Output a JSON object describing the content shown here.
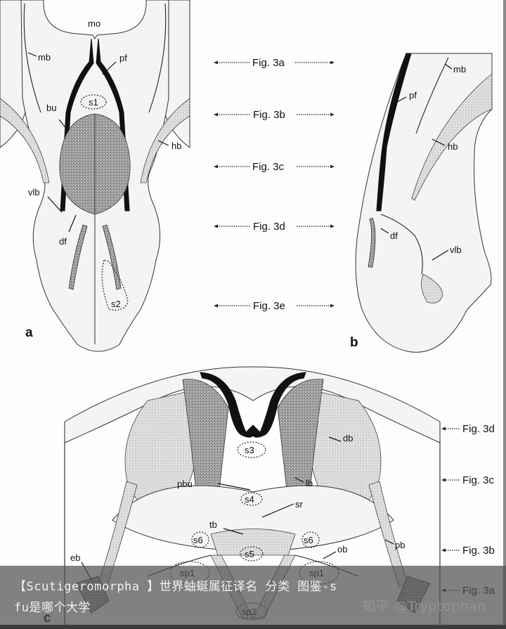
{
  "figure": {
    "panels": [
      {
        "id": "a",
        "letter": "a",
        "labels": [
          "mo",
          "mb",
          "pf",
          "s1",
          "bu",
          "hb",
          "vlb",
          "df",
          "s2"
        ]
      },
      {
        "id": "b",
        "letter": "b",
        "labels": [
          "mb",
          "pf",
          "hb",
          "df",
          "vlb"
        ]
      },
      {
        "id": "c",
        "letter": "c",
        "labels": [
          "db",
          "s3",
          "pbu",
          "lb",
          "s4",
          "sr",
          "tb",
          "s6",
          "s6",
          "s5",
          "ob",
          "eb",
          "pb",
          "sp1",
          "sp1",
          "sp2"
        ]
      }
    ],
    "section_refs_middle": [
      "Fig. 3a",
      "Fig. 3b",
      "Fig. 3c",
      "Fig. 3d",
      "Fig. 3e"
    ],
    "section_refs_right": [
      "Fig. 3d",
      "Fig. 3c",
      "Fig. 3b",
      "Fig. 3a"
    ],
    "a": {
      "mo": "mo",
      "mb": "mb",
      "pf": "pf",
      "s1": "s1",
      "bu": "bu",
      "hb": "hb",
      "vlb": "vlb",
      "df": "df",
      "s2": "s2",
      "letter": "a"
    },
    "b": {
      "mb": "mb",
      "pf": "pf",
      "hb": "hb",
      "df": "df",
      "vlb": "vlb",
      "letter": "b"
    },
    "c": {
      "db": "db",
      "s3": "s3",
      "pbu": "pbu",
      "lb": "lb",
      "s4": "s4",
      "sr": "sr",
      "tb": "tb",
      "s6": "s6",
      "s5": "s5",
      "ob": "ob",
      "eb": "eb",
      "pb": "pb",
      "sp1": "sp1",
      "sp2": "sp2",
      "letter": "c"
    },
    "refs": {
      "m3a": "Fig. 3a",
      "m3b": "Fig. 3b",
      "m3c": "Fig. 3c",
      "m3d": "Fig. 3d",
      "m3e": "Fig. 3e",
      "r3d": "Fig. 3d",
      "r3c": "Fig. 3c",
      "r3b": "Fig. 3b",
      "r3a": "Fig. 3a"
    }
  },
  "caption": {
    "line1": "【Scutigeromorpha 】世界蚰蜒属征译名 分类 图鉴-s",
    "line2": "fu是哪个大学"
  },
  "watermark": "知乎 @Tryptophan"
}
